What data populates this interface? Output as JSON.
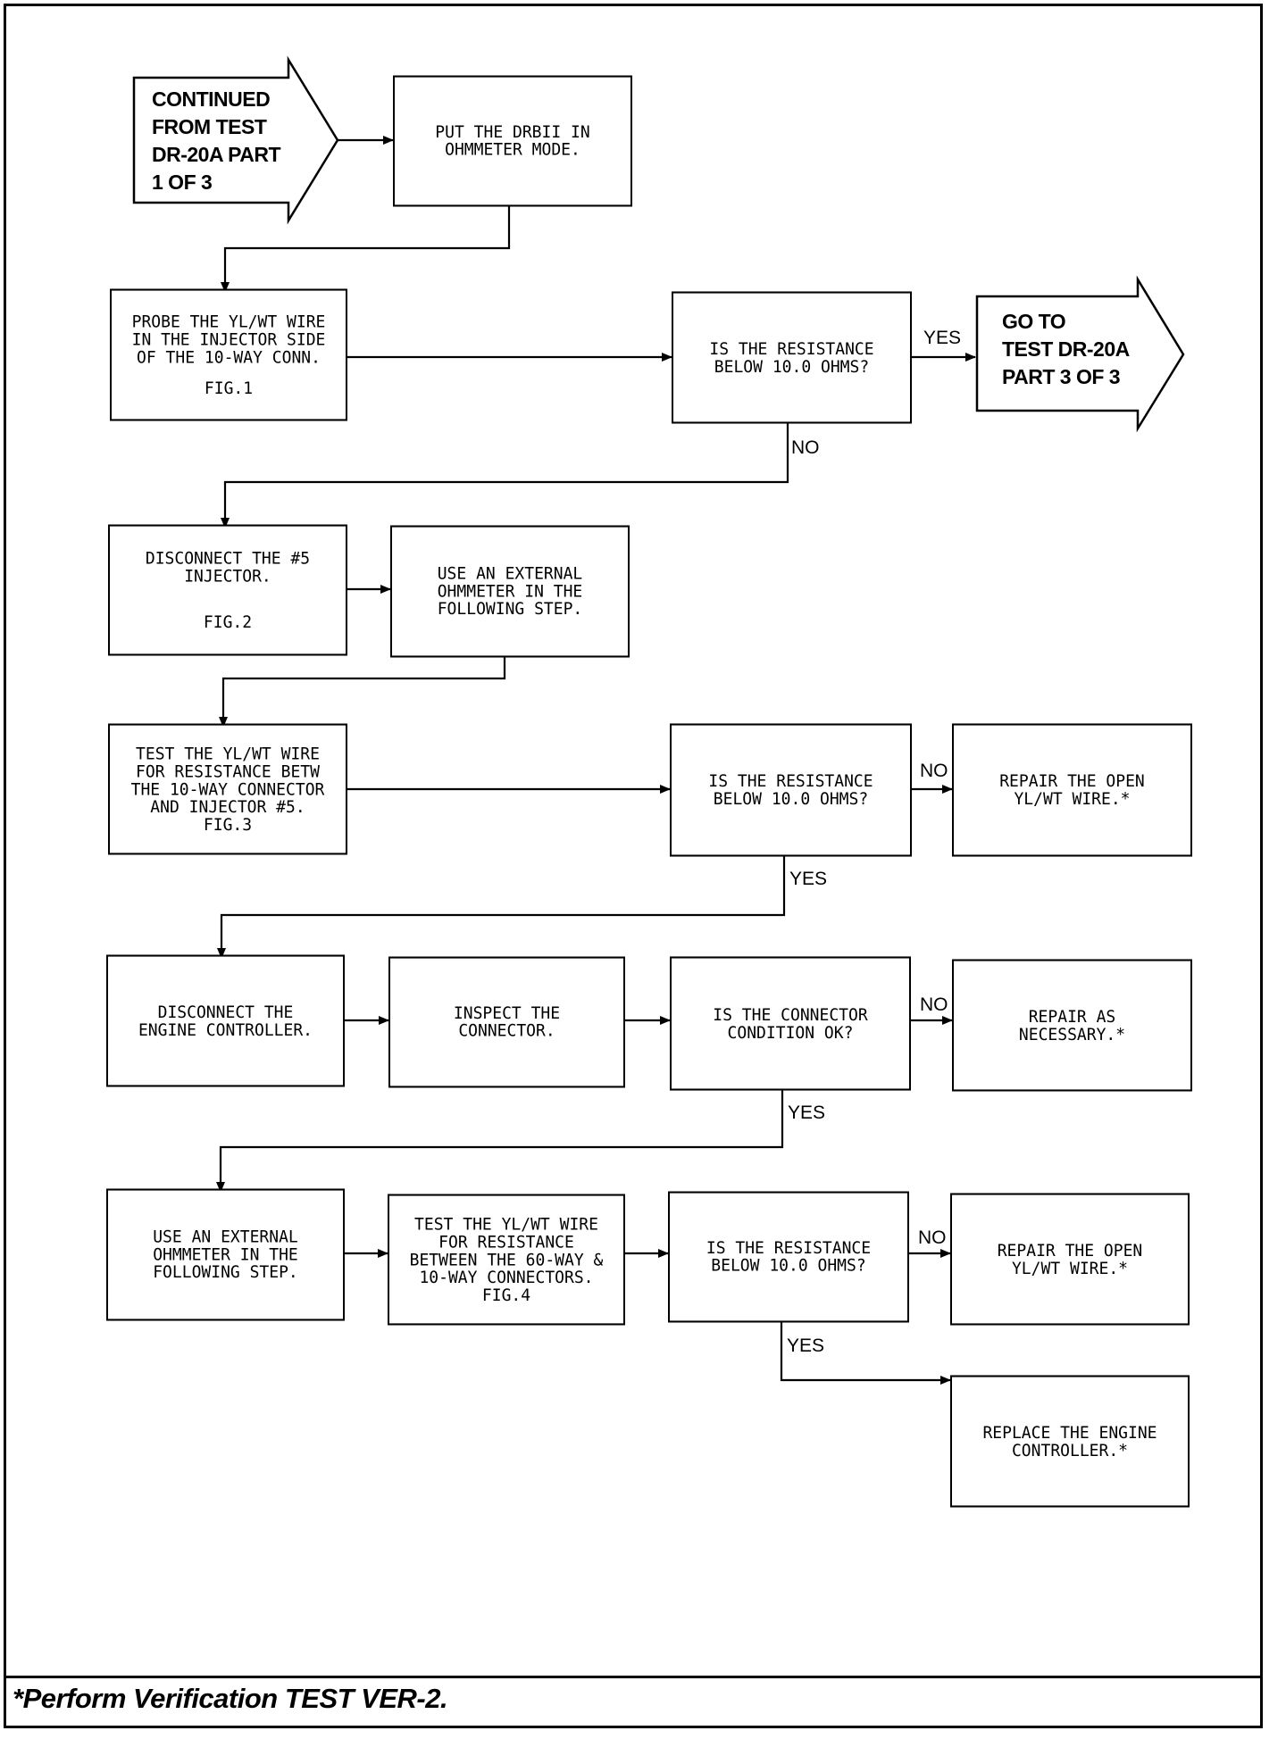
{
  "connector_in": "CONTINUED\nFROM TEST\nDR-20A PART\n1 OF 3",
  "connector_out": "GO TO\nTEST DR-20A\nPART 3 OF 3",
  "steps": {
    "put_drbii": "PUT THE DRBII IN\nOHMMETER MODE.",
    "probe_wire": "PROBE THE YL/WT WIRE\nIN THE INJECTOR SIDE\nOF THE 10-WAY CONN.",
    "probe_wire_fig": "FIG.1",
    "q_resistance_1": "IS THE RESISTANCE\nBELOW 10.0 OHMS?",
    "disconnect_injector": "DISCONNECT THE #5\nINJECTOR.",
    "disconnect_injector_fig": "FIG.2",
    "use_external_1": "USE AN EXTERNAL\nOHMMETER IN THE\nFOLLOWING STEP.",
    "test_wire_1": "TEST THE YL/WT WIRE\nFOR RESISTANCE BETW\nTHE 10-WAY CONNECTOR\nAND INJECTOR #5.\nFIG.3",
    "q_resistance_2": "IS THE RESISTANCE\nBELOW 10.0 OHMS?",
    "repair_open_1": "REPAIR THE OPEN\nYL/WT WIRE.*",
    "disconnect_controller": "DISCONNECT THE\nENGINE CONTROLLER.",
    "inspect_connector": "INSPECT THE\nCONNECTOR.",
    "q_connector": "IS THE CONNECTOR\nCONDITION OK?",
    "repair_necessary": "REPAIR AS\nNECESSARY.*",
    "use_external_2": "USE AN EXTERNAL\nOHMMETER IN THE\nFOLLOWING STEP.",
    "test_wire_2": "TEST THE YL/WT WIRE\nFOR RESISTANCE\nBETWEEN THE 60-WAY &\n10-WAY CONNECTORS.\nFIG.4",
    "q_resistance_3": "IS THE RESISTANCE\nBELOW 10.0 OHMS?",
    "repair_open_2": "REPAIR THE OPEN\nYL/WT WIRE.*",
    "replace_controller": "REPLACE THE ENGINE\nCONTROLLER.*"
  },
  "labels": {
    "yes": "YES",
    "no": "NO"
  },
  "footer": "*Perform Verification TEST VER-2."
}
